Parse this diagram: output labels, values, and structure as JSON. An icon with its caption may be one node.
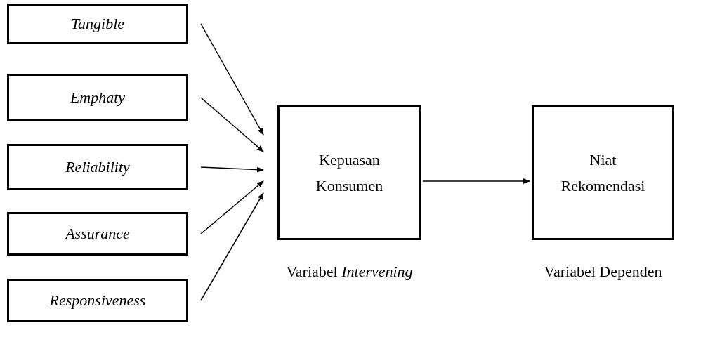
{
  "diagram": {
    "nodes": [
      {
        "text": [
          "Tangible"
        ]
      },
      {
        "text": [
          "Emphaty"
        ]
      },
      {
        "text": [
          "Reliability"
        ]
      },
      {
        "text": [
          "Assurance"
        ]
      },
      {
        "text": [
          "Responsiveness"
        ]
      },
      {
        "text": [
          "Kepuasan Konsumen"
        ],
        "beside": [
          "Variabel *Intervening*"
        ]
      },
      {
        "text": [
          "Niat Rekomendasi"
        ],
        "beside": [
          "Variabel Dependen"
        ]
      }
    ],
    "edges": [
      {
        "from": 0,
        "to": 5,
        "arrow": "to"
      },
      {
        "from": 1,
        "to": 5,
        "arrow": "to"
      },
      {
        "from": 2,
        "to": 5,
        "arrow": "to"
      },
      {
        "from": 3,
        "to": 5,
        "arrow": "to"
      },
      {
        "from": 4,
        "to": 5,
        "arrow": "to"
      },
      {
        "from": 5,
        "to": 6,
        "arrow": "to"
      }
    ]
  }
}
